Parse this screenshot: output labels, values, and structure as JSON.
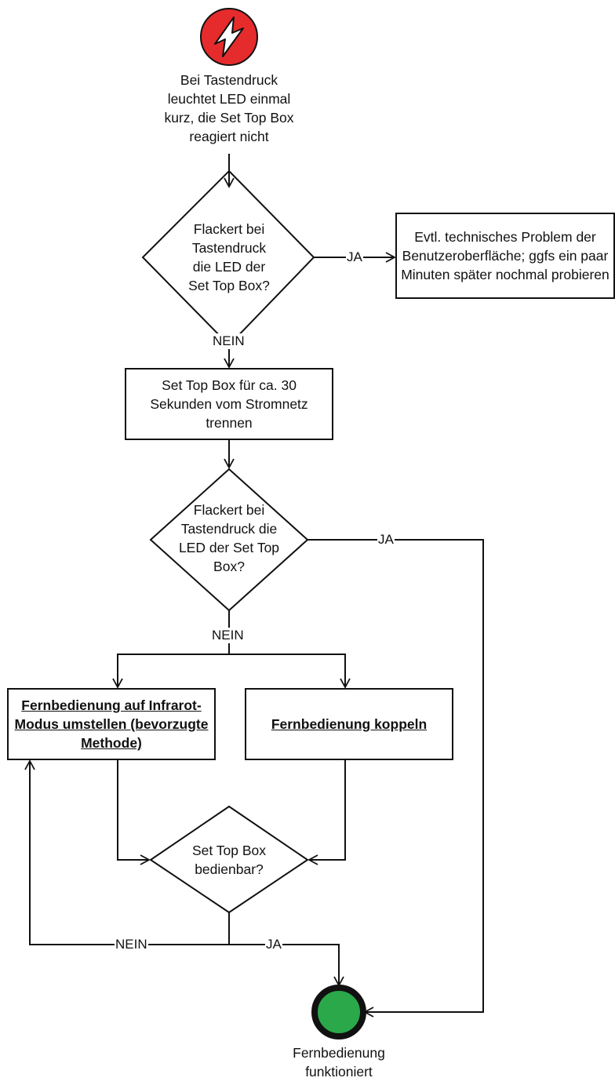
{
  "flowchart": {
    "start": {
      "icon": "lightning-bolt-icon",
      "color": "#e52b2b",
      "text": "Bei Tastendruck leuchtet LED einmal kurz, die Set Top Box reagiert nicht"
    },
    "decision1": {
      "text": "Flackert bei Tastendruck die LED der Set Top Box?"
    },
    "result1": {
      "text": "Evtl. technisches Problem der Benutzeroberfläche; ggfs ein paar Minuten später nochmal probieren"
    },
    "process1": {
      "text": "Set Top Box für ca. 30 Sekunden vom Stromnetz trennen"
    },
    "decision2": {
      "text": "Flackert bei Tastendruck die LED der Set Top Box?"
    },
    "option_ir": {
      "text": "Fernbedienung auf Infrarot-Modus umstellen (bevorzugte Methode)"
    },
    "option_pair": {
      "text": "Fernbedienung koppeln"
    },
    "decision3": {
      "text": "Set Top Box bedienbar?"
    },
    "end": {
      "color": "#2aa84a",
      "text": "Fernbedienung funktioniert"
    },
    "labels": {
      "ja1": "JA",
      "nein1": "NEIN",
      "ja2": "JA",
      "nein2": "NEIN",
      "nein3": "NEIN",
      "ja3": "JA"
    }
  }
}
